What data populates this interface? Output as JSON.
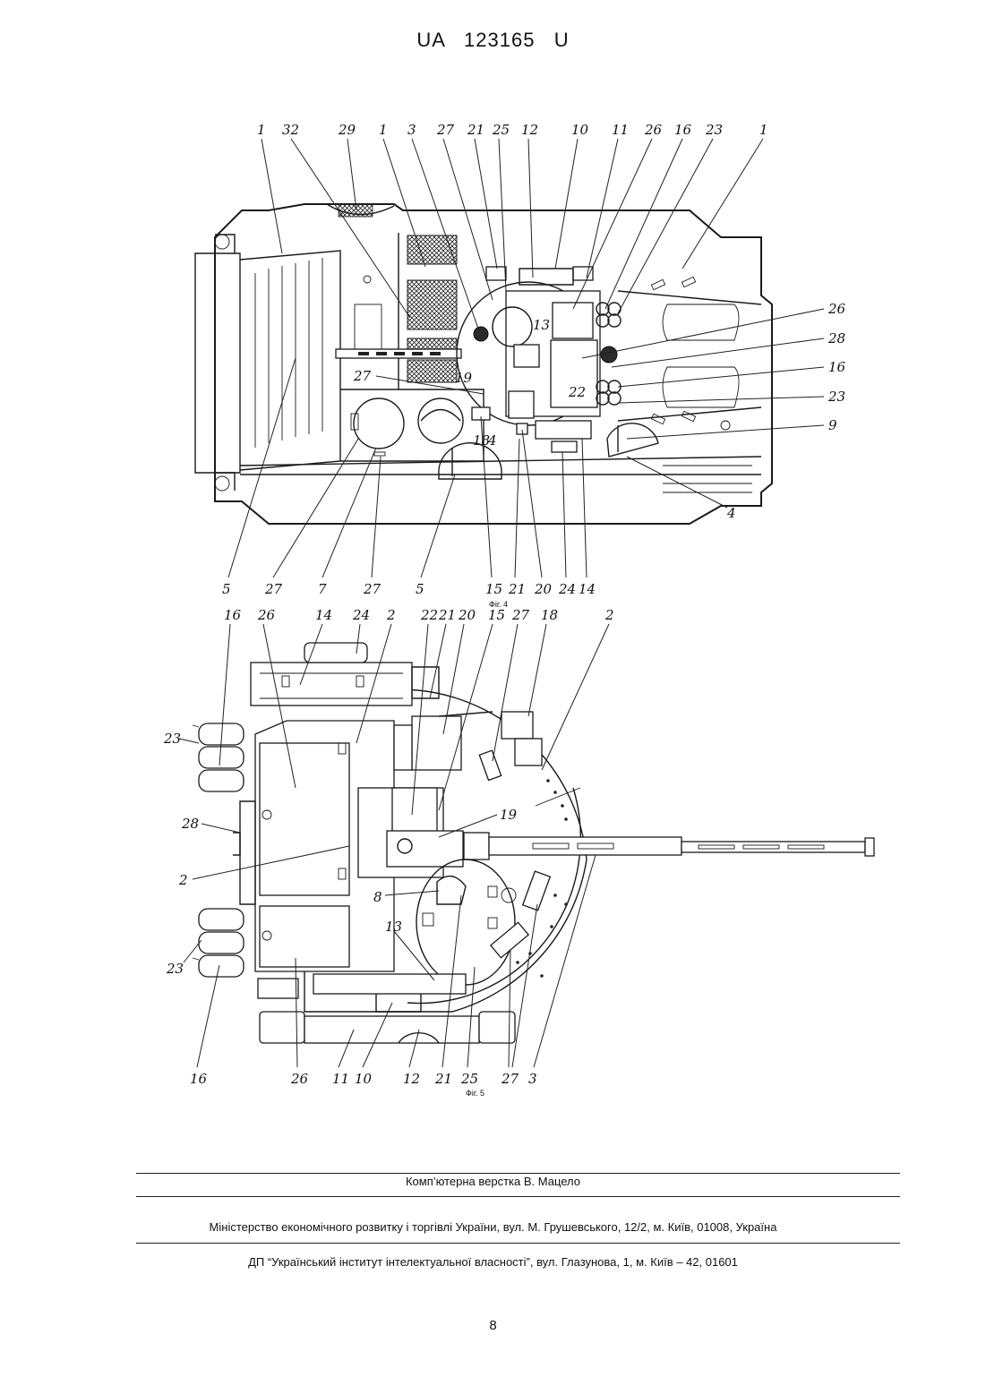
{
  "header": {
    "patent_number": "UA   123165   U"
  },
  "figures": [
    {
      "caption": "Фіг. 4",
      "labels_top": [
        "1",
        "32",
        "29",
        "1",
        "3",
        "27",
        "21",
        "25",
        "12",
        "10",
        "11",
        "26",
        "16",
        "23",
        "1"
      ],
      "labels_right": [
        "26",
        "28",
        "16",
        "23",
        "9",
        "4"
      ],
      "labels_inner": [
        "13",
        "19",
        "22",
        "27",
        "18",
        "4"
      ],
      "labels_bottom": [
        "5",
        "27",
        "7",
        "27",
        "5",
        "15",
        "21",
        "20",
        "24",
        "14"
      ]
    },
    {
      "caption": "Фіг. 5",
      "labels_top": [
        "16",
        "26",
        "14",
        "24",
        "2",
        "22",
        "21",
        "20",
        "15",
        "27",
        "18",
        "2"
      ],
      "labels_left": [
        "23",
        "28",
        "2",
        "23"
      ],
      "labels_inner": [
        "19",
        "8",
        "13"
      ],
      "labels_bottom": [
        "16",
        "26",
        "11",
        "10",
        "12",
        "21",
        "25",
        "27",
        "3"
      ]
    }
  ],
  "footer": {
    "layout_credit": "Комп’ютерна верстка В. Мацело",
    "ministry": "Міністерство економічного розвитку і торгівлі України, вул. М. Грушевського, 12/2, м. Київ, 01008, Україна",
    "institute": "ДП “Український інститут інтелектуальної власності”, вул. Глазунова, 1, м. Київ – 42, 01601"
  },
  "page_number": "8"
}
